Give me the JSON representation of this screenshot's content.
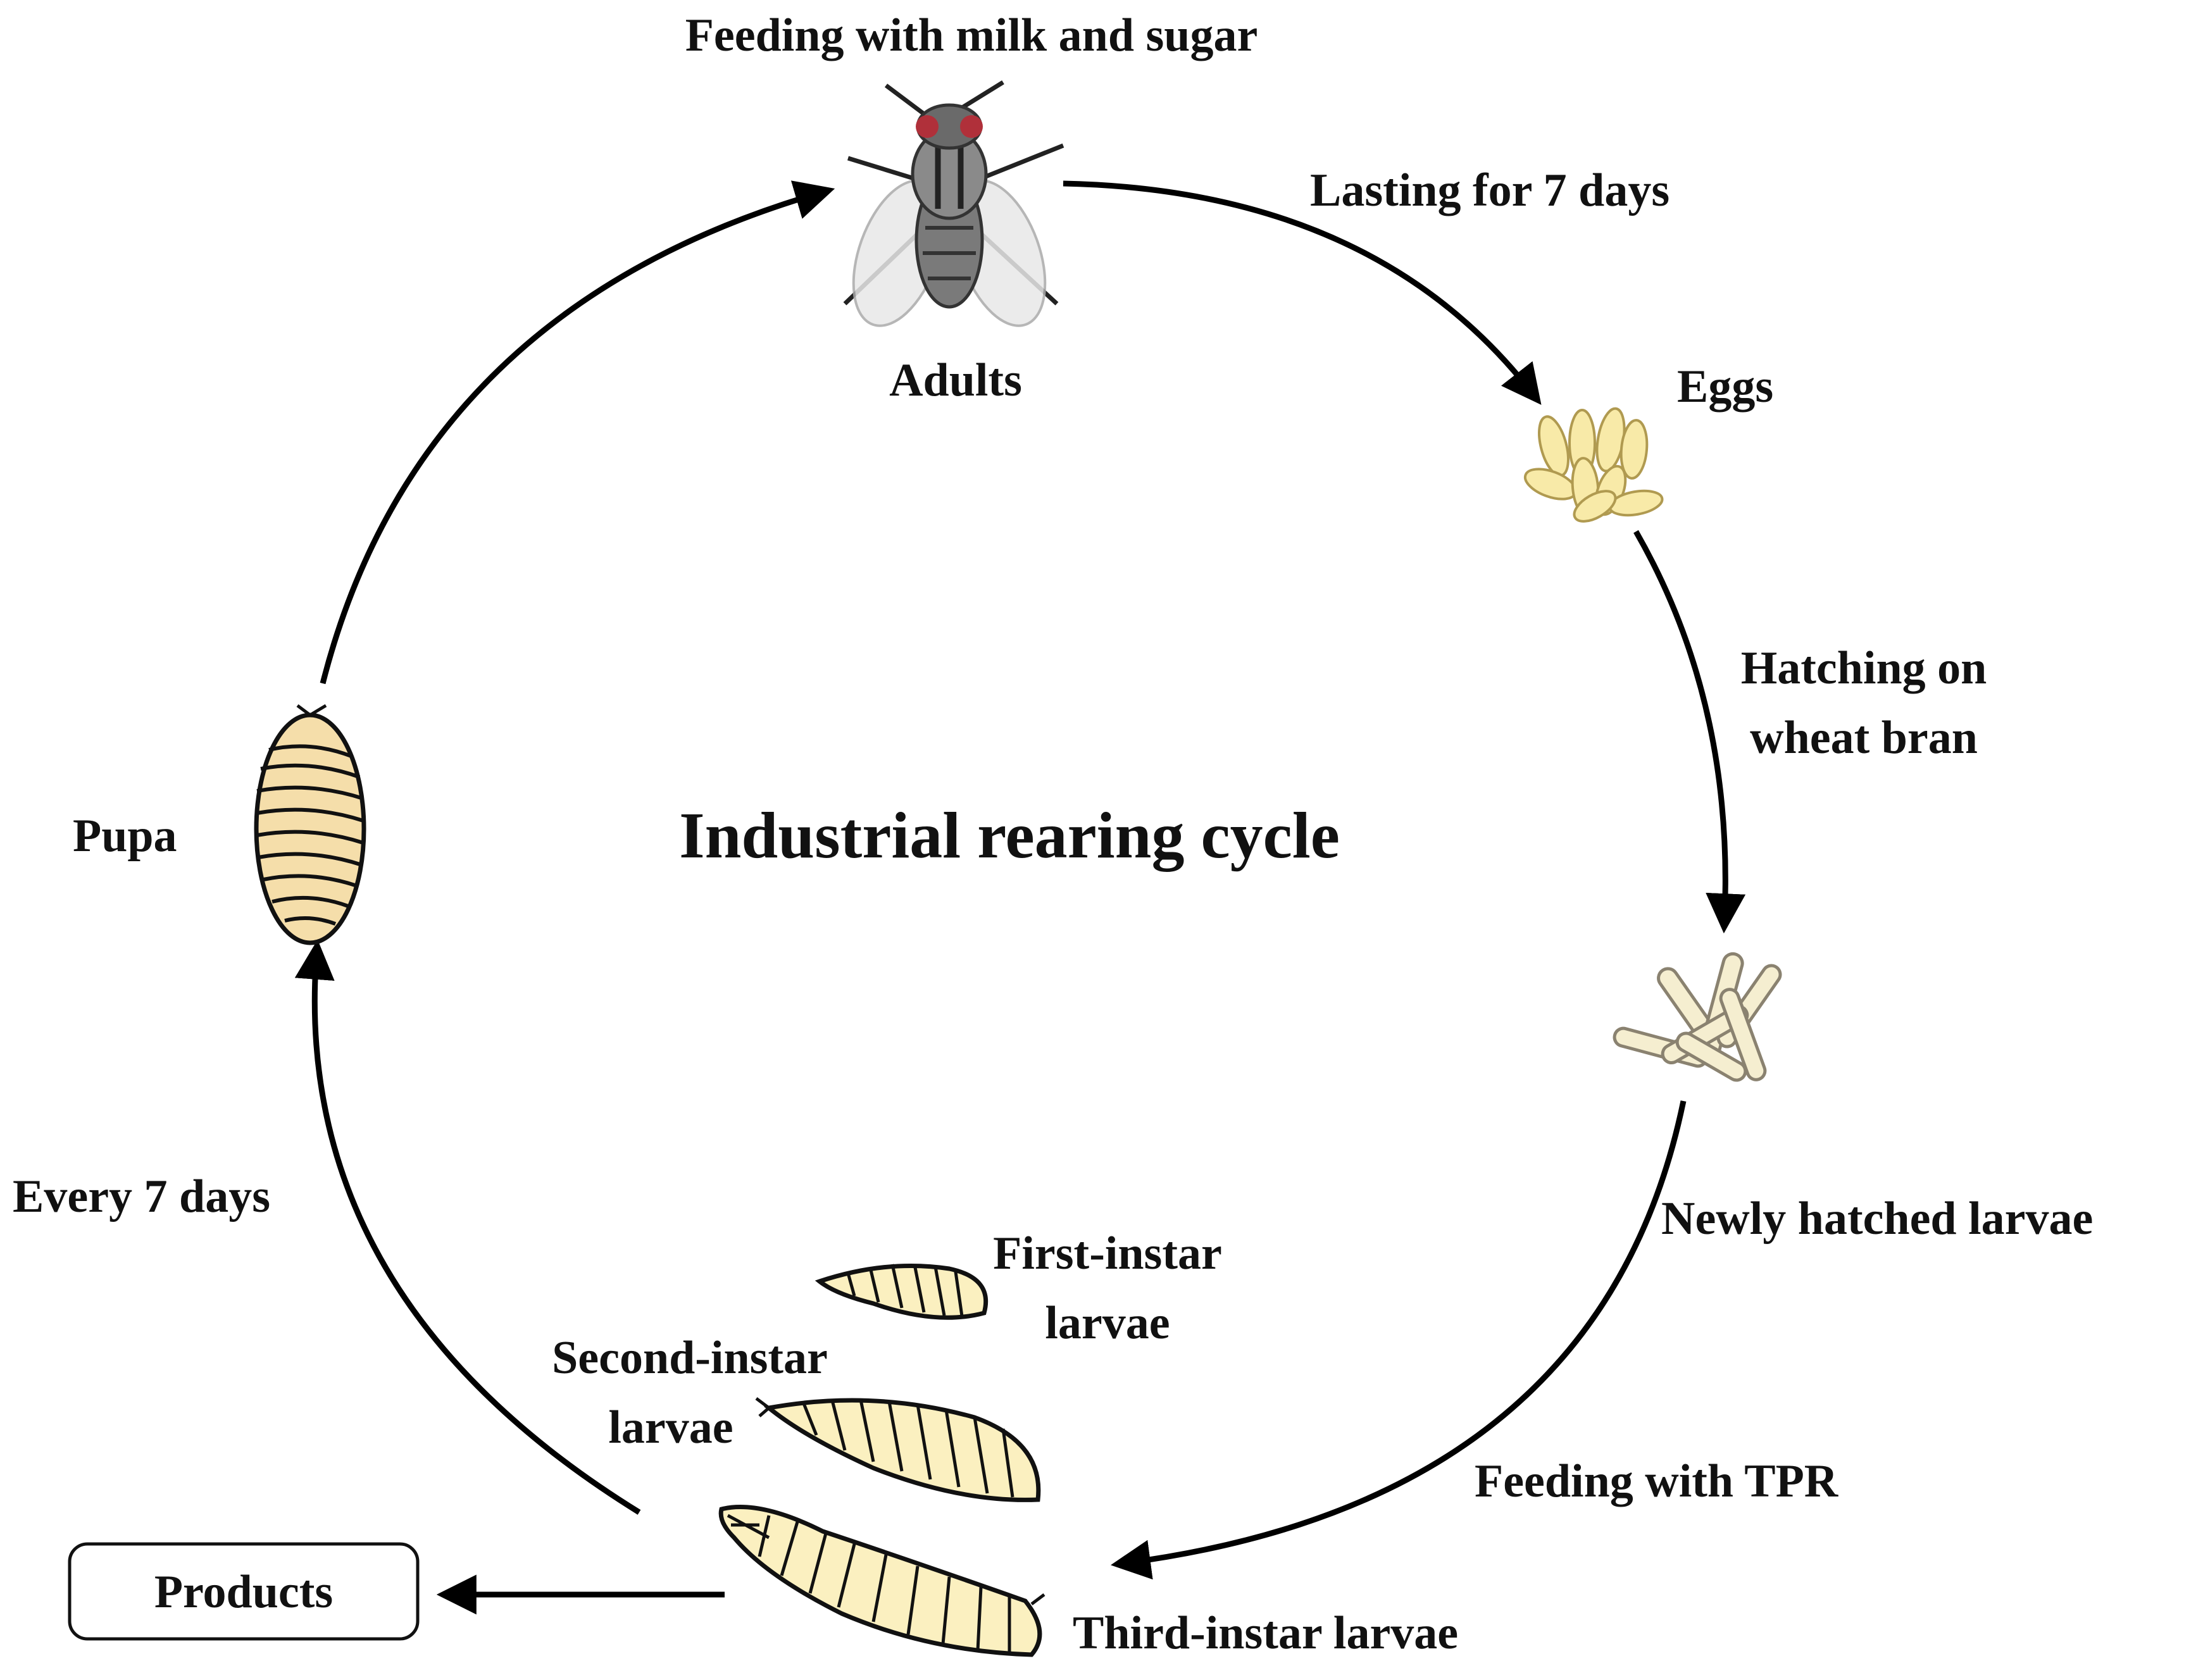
{
  "title": "Industrial rearing cycle",
  "stages": {
    "adults": "Adults",
    "eggs": "Eggs",
    "newly_hatched": "Newly hatched larvae",
    "first_instar": [
      "First-instar",
      "larvae"
    ],
    "second_instar": [
      "Second-instar",
      "larvae"
    ],
    "third_instar": "Third-instar larvae",
    "pupa": "Pupa"
  },
  "notes": {
    "feeding_adults": "Feeding with milk and sugar",
    "lasting": "Lasting for 7 days",
    "hatching": [
      "Hatching on",
      "wheat bran"
    ],
    "feeding_larvae": "Feeding with TPR",
    "every": "Every 7 days"
  },
  "products_label": "Products",
  "colors": {
    "larva_fill": "#fbf0c0",
    "pupa_fill": "#f5deaa",
    "egg_fill": "#f8eaa8",
    "fly_body": "#5a5a5a"
  }
}
